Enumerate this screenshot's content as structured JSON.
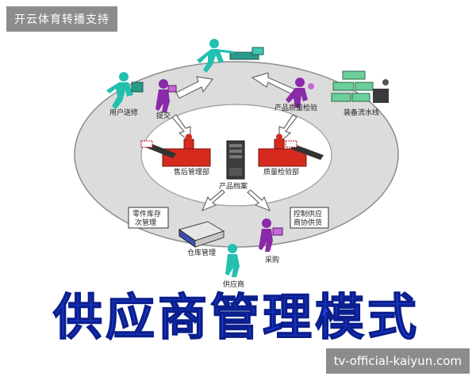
{
  "overlay_top": "开云体育转播支持",
  "overlay_bottom": "tv-official-kaiyun.com",
  "title": "供应商管理模式",
  "labels": {
    "user_delivery": "用户送修",
    "submit": "提交",
    "product_quality_check": "产品质量检验",
    "assembly_line": "装备流水线",
    "after_sales_dept": "售后管理部",
    "quality_dept": "质量检验部",
    "product_archive": "产品档案",
    "parts_inventory": "零件库存",
    "parts_inventory_line2": "次管理",
    "warehouse_mgmt": "仓库管理",
    "control_purchase": "控制供应",
    "control_purchase_line2": "商协供货",
    "purchasing": "采购",
    "supplier": "供应商"
  },
  "colors": {
    "title_blue": "#1d3bd8",
    "figure_cyan": "#23c0b0",
    "figure_purple": "#8b2aa8",
    "desk_red": "#d62a1e",
    "ring_gray": "#d9d9d9"
  }
}
